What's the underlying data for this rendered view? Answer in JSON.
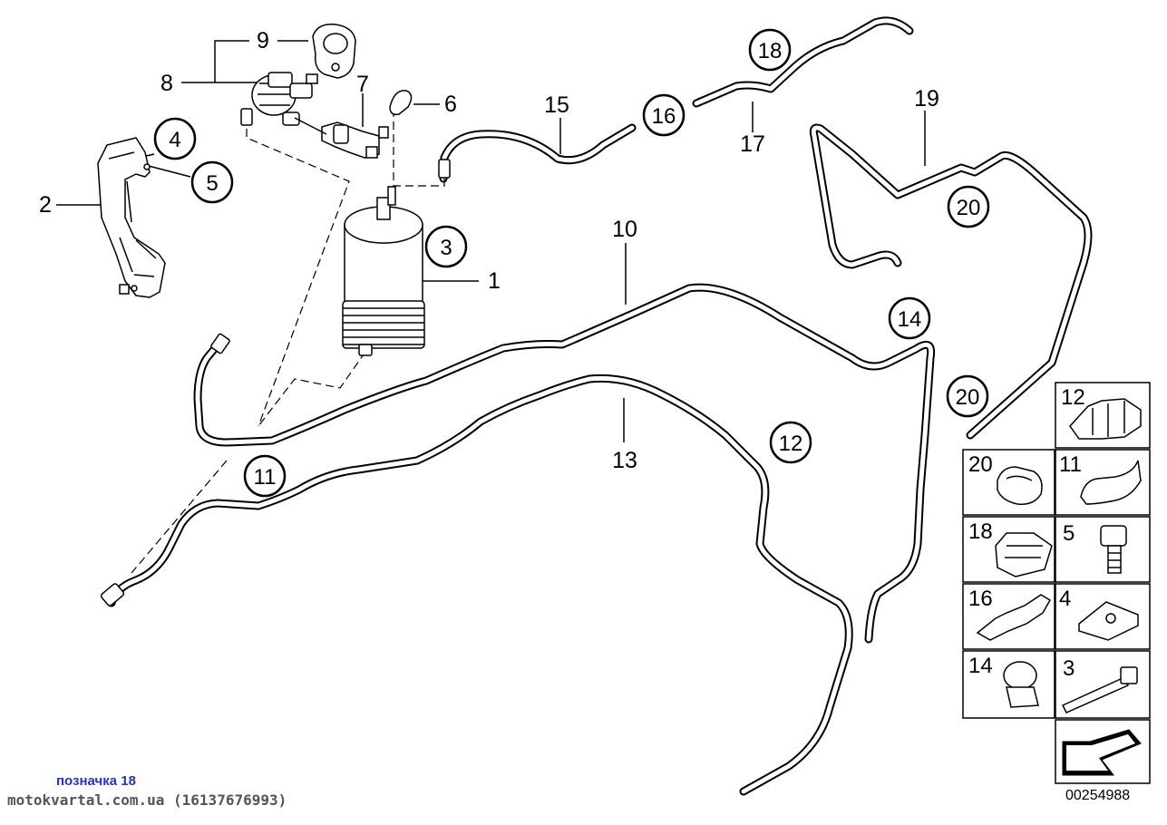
{
  "diagram": {
    "numbers": {
      "n1": "1",
      "n2": "2",
      "n3": "3",
      "n4": "4",
      "n5": "5",
      "n6": "6",
      "n7": "7",
      "n8": "8",
      "n9": "9",
      "n10": "10",
      "n11": "11",
      "n12": "12",
      "n13": "13",
      "n14": "14",
      "n15": "15",
      "n16": "16",
      "n17": "17",
      "n18": "18",
      "n19": "19",
      "n20a": "20",
      "n20b": "20"
    },
    "legend": {
      "r1a": "12",
      "r2a": "20",
      "r2b": "11",
      "r3a": "18",
      "r3b": "5",
      "r4a": "16",
      "r4b": "4",
      "r5a": "14",
      "r5b": "3"
    }
  },
  "watermark": {
    "label": "позначка 18",
    "site": "motokvartal.com.ua (16137676993)"
  },
  "reference_code": "00254988",
  "colors": {
    "line": "#000000",
    "background": "#ffffff",
    "watermark_label": "#2233cc",
    "watermark_site": "#555555"
  }
}
